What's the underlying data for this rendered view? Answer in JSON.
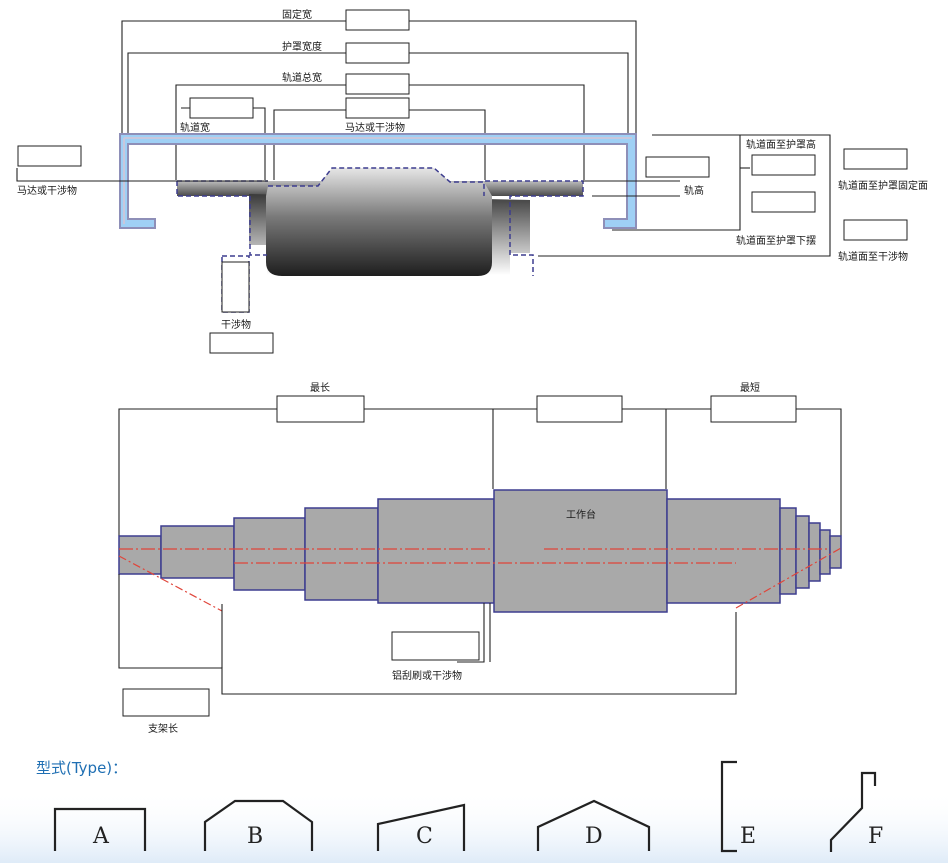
{
  "top_section": {
    "fixed_width": "固定宽",
    "guard_width": "护罩宽度",
    "rail_total_width": "轨道总宽",
    "rail_width": "轨道宽",
    "motor_or_interference_center": "马达或干涉物",
    "motor_or_interference_left": "马达或干涉物",
    "rail_height": "轨高",
    "rail_to_guard_height": "轨道面至护罩高",
    "rail_to_guard_fixed_face": "轨道面至护罩固定面",
    "rail_to_guard_skirt": "轨道面至护罩下摆",
    "rail_to_interference": "轨道面至干涉物",
    "interference": "干涉物"
  },
  "middle_section": {
    "longest": "最长",
    "shortest": "最短",
    "worktable": "工作台",
    "scraper_or_interference": "铝刮刷或干涉物",
    "bracket_length": "支架长"
  },
  "types_section": {
    "title": "型式(Type)：",
    "types": [
      "A",
      "B",
      "C",
      "D",
      "E",
      "F"
    ]
  },
  "colors": {
    "guard_blue": "#9fd0f5",
    "guard_outline": "#8e8fb8",
    "body_gray": "#a9a9a9",
    "dash_blue": "#3d3d8f",
    "center_red": "#e0453a",
    "title_blue": "#1f6fb3"
  }
}
